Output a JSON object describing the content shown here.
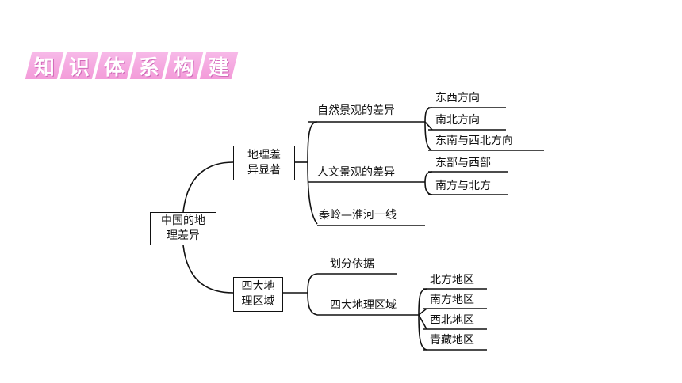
{
  "banner": {
    "chars": [
      "知",
      "识",
      "体",
      "系",
      "构",
      "建"
    ]
  },
  "root": {
    "line1": "中国的地",
    "line2": "理差异"
  },
  "branch_a": {
    "line1": "地理差",
    "line2": "异显著",
    "children": {
      "natural": {
        "label": "自然景观的差异",
        "items": [
          "东西方向",
          "南北方向",
          "东南与西北方向"
        ]
      },
      "human": {
        "label": "人文景观的差异",
        "items": [
          "东部与西部",
          "南方与北方"
        ]
      },
      "qinling": {
        "label": "秦岭—淮河一线"
      }
    }
  },
  "branch_b": {
    "line1": "四大地",
    "line2": "理区域",
    "children": {
      "basis": {
        "label": "划分依据"
      },
      "regions": {
        "label": "四大地理区域",
        "items": [
          "北方地区",
          "南方地区",
          "西北地区",
          "青藏地区"
        ]
      }
    }
  }
}
